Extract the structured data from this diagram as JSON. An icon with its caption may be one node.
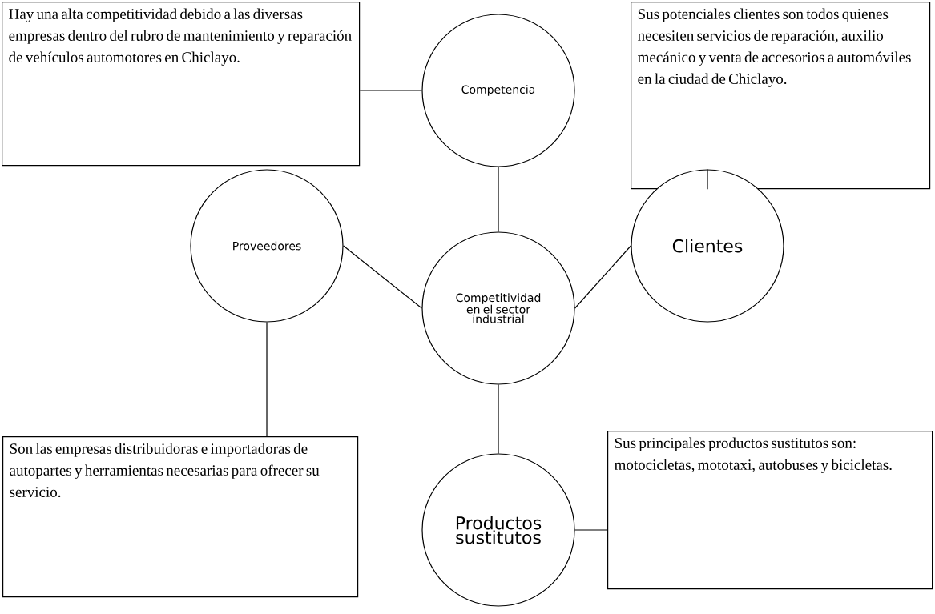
{
  "diagram": {
    "nodes": [
      {
        "text": [
          "Hay una alta competitividad debido a las diversas empresas dentro del rubro de mantenimiento y reparación de vehículos automotores en Chiclayo."
        ]
      },
      {
        "text": [
          "Competencia"
        ]
      },
      {
        "text": [
          "Sus potenciales clientes son todos quienes necesiten servicios de reparación, auxilio mecánico y venta de accesorios a automóviles en la ciudad de Chiclayo."
        ]
      },
      {
        "text": [
          "Proveedores"
        ]
      },
      {
        "text": [
          "Competitividad en el sector industrial"
        ]
      },
      {
        "text": [
          "Clientes"
        ]
      },
      {
        "text": [
          "Son las empresas distribuidoras e importadoras de autopartes y herramientas necesarias para ofrecer su servicio."
        ]
      },
      {
        "text": [
          "Productos sustitutos"
        ]
      },
      {
        "text": [
          "Sus principales productos sustitutos son: motocicletas, mototaxi, autobuses y bicicletas."
        ]
      }
    ],
    "edges": [
      {
        "from": 0,
        "to": 1,
        "arrow": "none"
      },
      {
        "from": 1,
        "to": 4,
        "arrow": "none"
      },
      {
        "from": 2,
        "to": 5,
        "arrow": "none"
      },
      {
        "from": 3,
        "to": 4,
        "arrow": "none"
      },
      {
        "from": 4,
        "to": 5,
        "arrow": "none"
      },
      {
        "from": 3,
        "to": 6,
        "arrow": "none"
      },
      {
        "from": 4,
        "to": 7,
        "arrow": "none"
      },
      {
        "from": 7,
        "to": 8,
        "arrow": "none"
      }
    ]
  }
}
